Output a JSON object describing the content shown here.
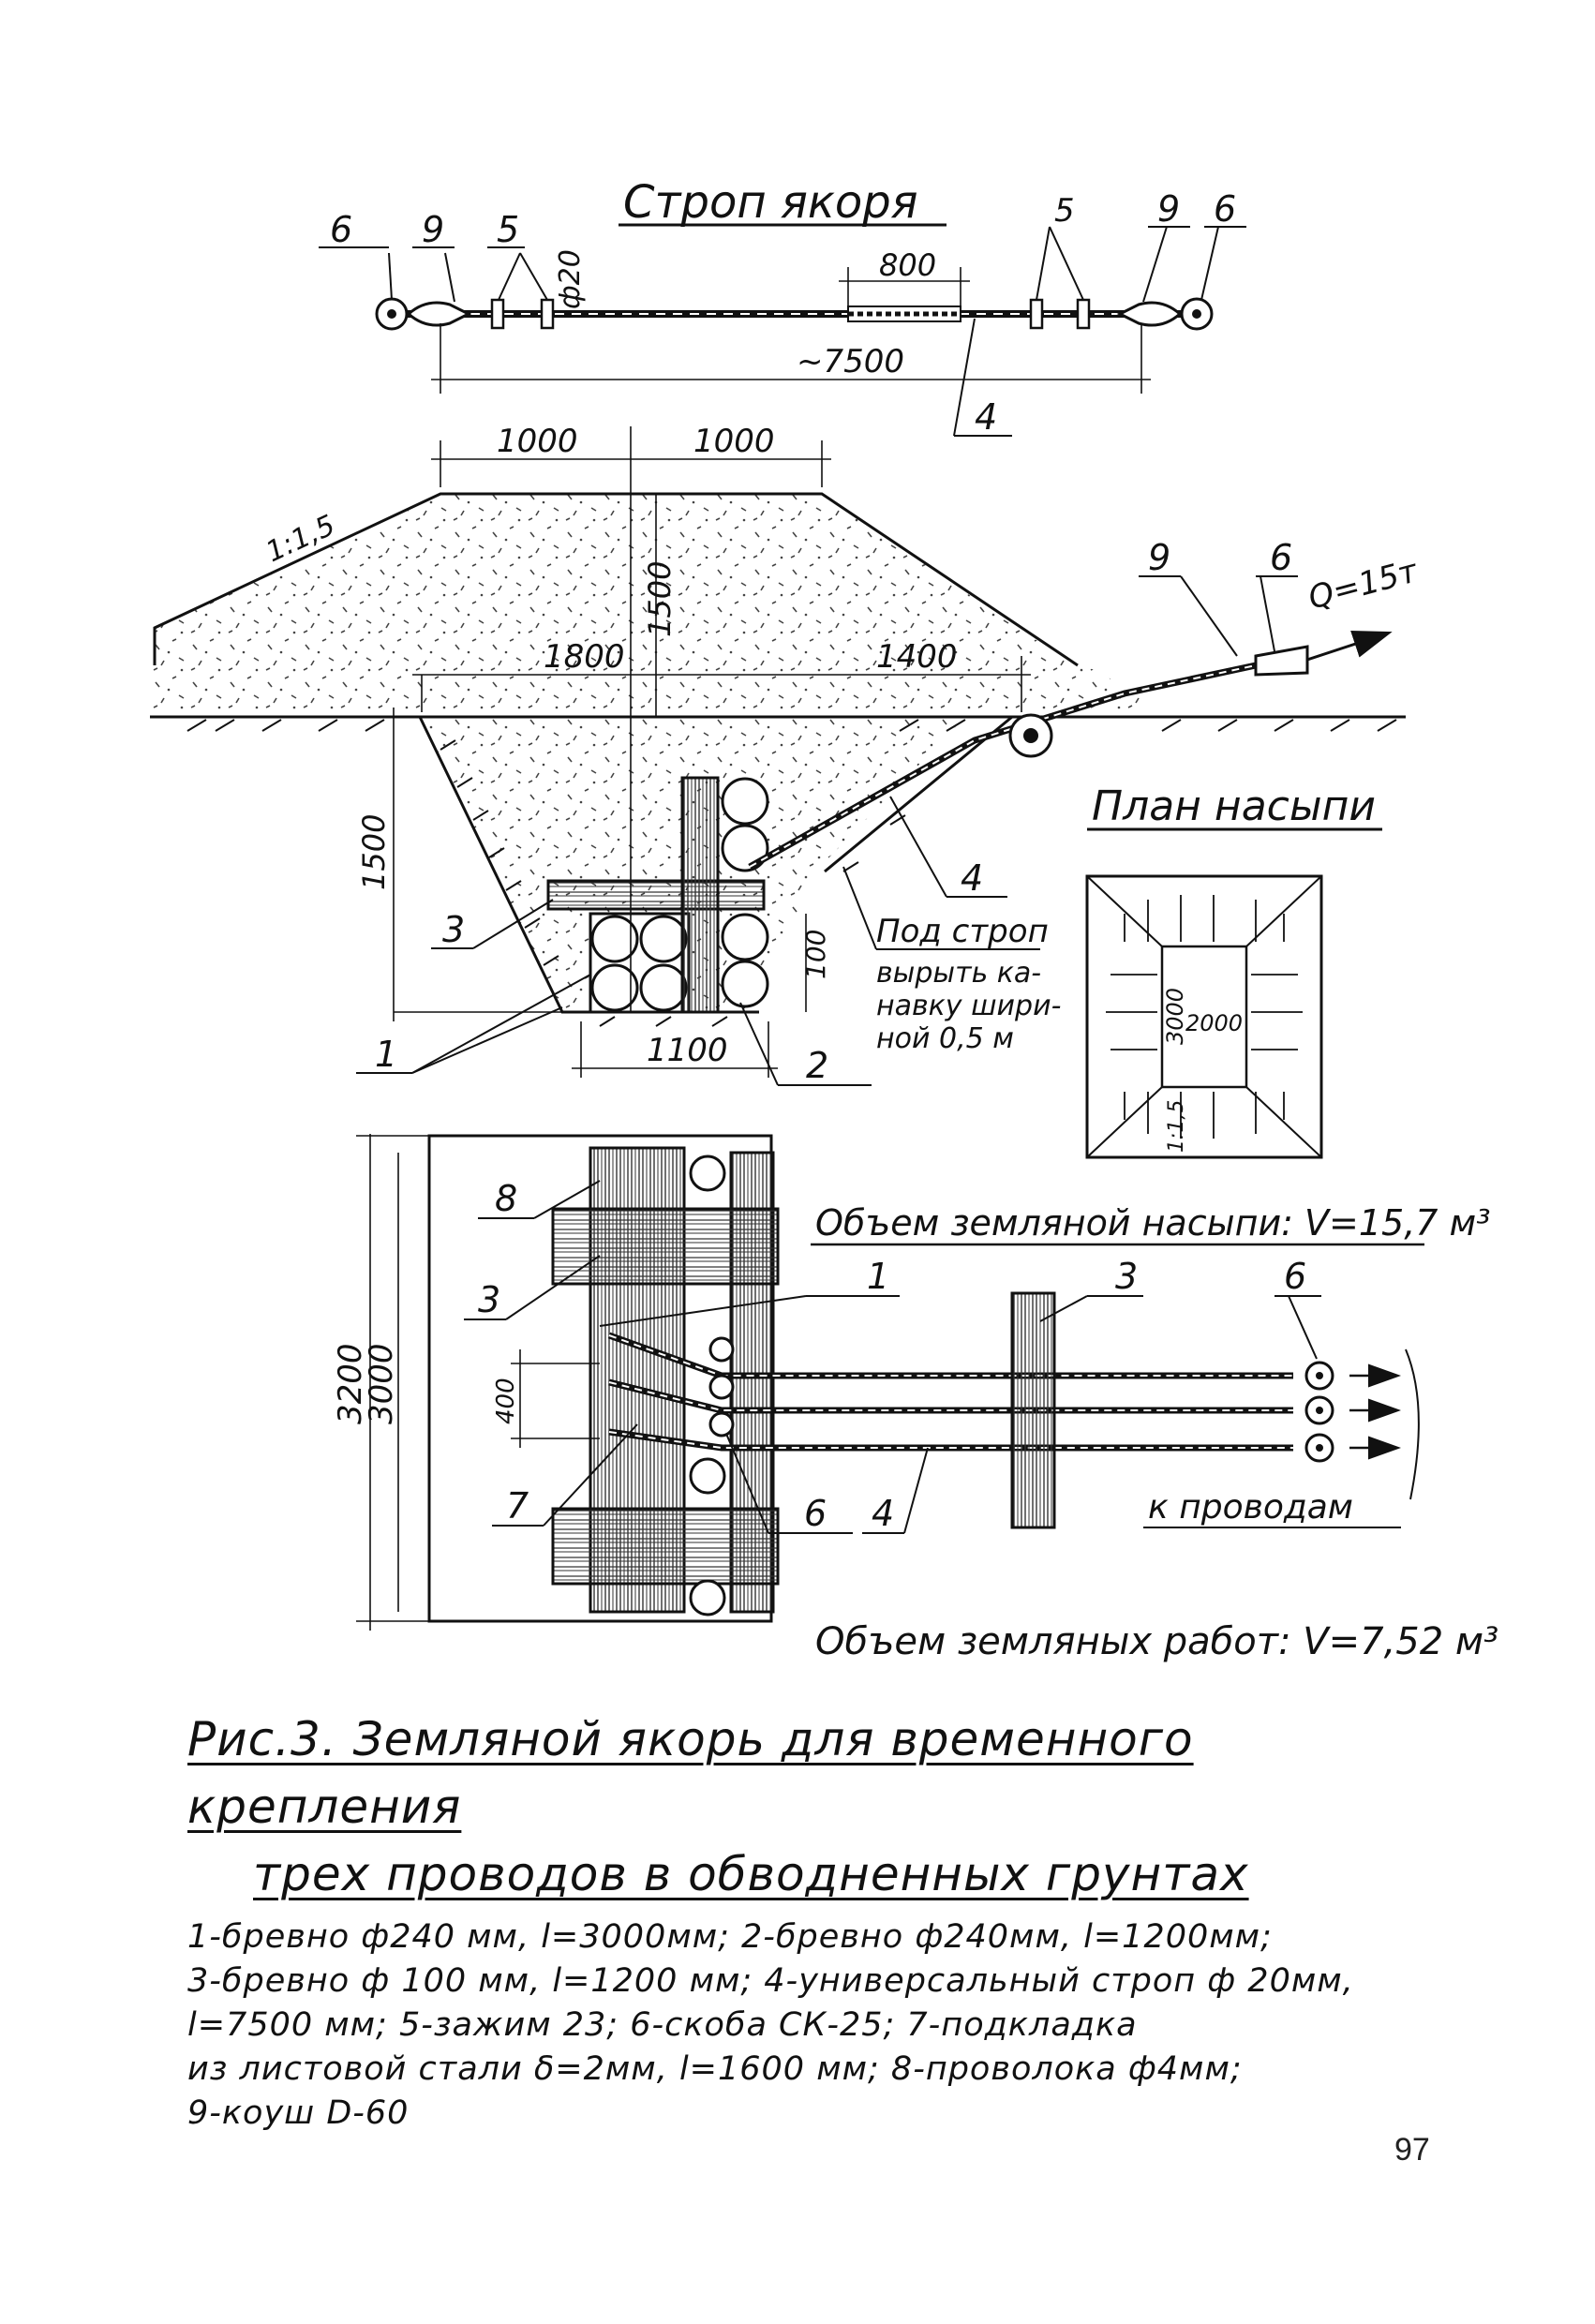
{
  "sling": {
    "title": "Строп якоря",
    "labels": {
      "l6a": "6",
      "l9a": "9",
      "l5a": "5",
      "l5b": "5",
      "l9b": "9",
      "l6b": "6",
      "l4": "4"
    },
    "dia": "ф20",
    "dim_800": "800",
    "dim_7500": "~7500"
  },
  "section": {
    "dim_1000a": "1000",
    "dim_1000b": "1000",
    "slope": "1:1,5",
    "dim_1500_top": "1500",
    "dim_1800": "1800",
    "dim_1400": "1400",
    "dim_1500_left": "1500",
    "dim_100": "100",
    "dim_1100": "1100",
    "load": "Q=15т",
    "labels": {
      "l9": "9",
      "l6": "6",
      "l4": "4",
      "l3": "3",
      "l1": "1",
      "l2": "2"
    },
    "note": [
      "Под строп",
      "вырыть ка-",
      "навку шири-",
      "ной 0,5 м"
    ]
  },
  "plan": {
    "title": "План насыпи",
    "dim_3000": "3000",
    "dim_2000": "2000",
    "slope": "1:1,5",
    "volume": "Объем земляной насыпи: V=15,7 м³"
  },
  "anchor": {
    "dim_3200": "3200",
    "dim_3000": "3000",
    "dim_400": "400",
    "labels": {
      "l8": "8",
      "l3a": "3",
      "l1": "1",
      "l3b": "3",
      "l6a": "6",
      "l7": "7",
      "l6b": "6",
      "l4": "4"
    },
    "to_wires": "к проводам",
    "volume": "Объем земляных работ: V=7,52 м³"
  },
  "caption": {
    "title_line1": "Рис.3. Земляной якорь для временного крепления",
    "title_line2": "трех проводов в обводненных грунтах",
    "legend": [
      "1-бревно ф240 мм, l=3000мм; 2-бревно ф240мм, l=1200мм;",
      "3-бревно ф 100 мм, l=1200 мм; 4-универсальный строп ф 20мм,",
      "l=7500 мм; 5-зажим 23; 6-скоба СК-25; 7-подкладка",
      "из листовой стали δ=2мм, l=1600 мм; 8-проволока ф4мм;",
      "9-коуш D-60"
    ]
  },
  "page_number": "97"
}
